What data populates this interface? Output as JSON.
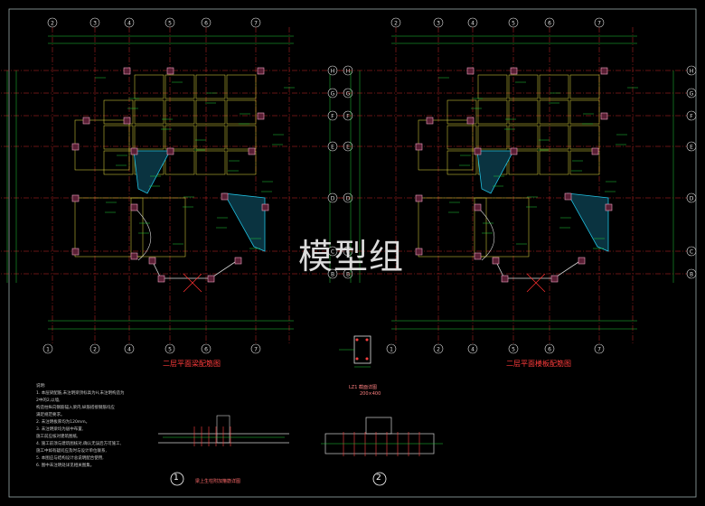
{
  "watermark": "模型组",
  "plans": {
    "left_title": "二层平面梁配筋图",
    "right_title": "二层平面楼板配筋图"
  },
  "details": {
    "col_title": "LZ1 截面详图",
    "col_sub": "200×400",
    "detail1_caption": "梁上生柱附加箍筋详图",
    "detail1_num": "1",
    "detail2_num": "2"
  },
  "axes": {
    "top_left": [
      "2",
      "3",
      "4",
      "5",
      "6",
      "7"
    ],
    "top_right": [
      "2",
      "3",
      "4",
      "5",
      "6",
      "7"
    ],
    "side": [
      "H",
      "G",
      "F",
      "E",
      "D",
      "C",
      "B"
    ],
    "bottom_left": [
      "1",
      "2",
      "4",
      "5",
      "6",
      "7"
    ],
    "bottom_right": [
      "1",
      "2",
      "4",
      "5",
      "6",
      "7"
    ]
  },
  "notes": [
    "说明:",
    "1. 本层梁配筋,未注明梁顶标高为H,未注明构造为",
    "   2中的2,以墙,",
    "   构造柱纵向钢筋锚入梁内,纵筋搭接钢筋均应",
    "   满足规范要求。",
    "2. 未注明板厚均为120mm。",
    "3. 未注明梁均为居中布置,",
    "   施工前应核对建筑图纸,",
    "4. 施工前须与建筑图核对,确认无误后方可施工,",
    "   施工中如有疑问应及时与设计单位联系,",
    "5. 本图应与结构设计总说明配合使用,",
    "6. 图中未注明处详见相关图集。"
  ]
}
